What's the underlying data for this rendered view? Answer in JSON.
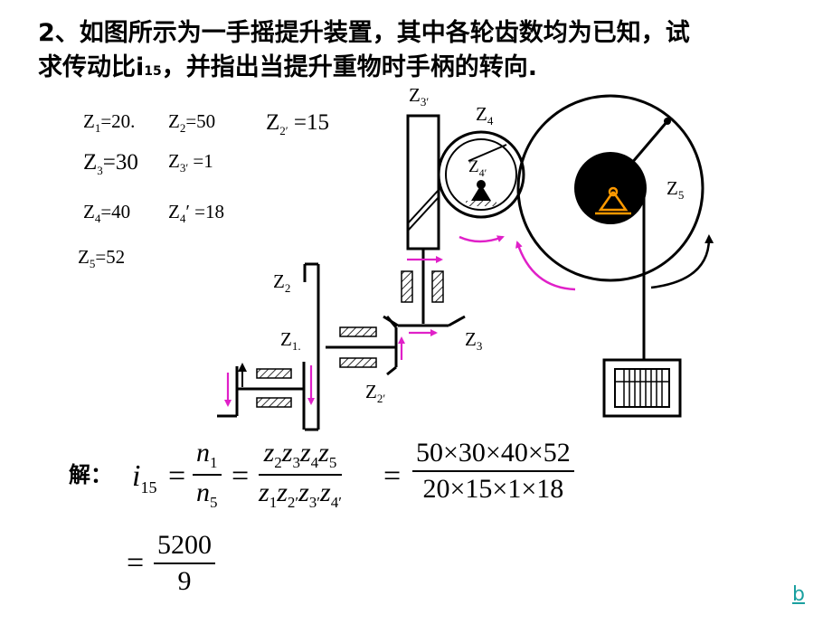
{
  "title": {
    "number": "2",
    "line1": "、如图所示为一手摇提升装置，其中各轮齿数均为已知，试",
    "line2_pre": "求传动比",
    "ratio_symbol": "i",
    "ratio_sub": "15",
    "line2_post": "，并指出当提升重物时手柄的转向."
  },
  "params": [
    {
      "label": "Z",
      "sub": "1",
      "value": "=20."
    },
    {
      "label": "Z",
      "sub": "2",
      "value": "=50"
    },
    {
      "label": "Z",
      "sub": "2′",
      "value": " =15"
    },
    {
      "label": "Z",
      "sub": "3",
      "value": "=30"
    },
    {
      "label": "Z",
      "sub": "3′",
      "value": " =1"
    },
    {
      "label": "Z",
      "sub": "4",
      "value": "=40"
    },
    {
      "label": "Z",
      "sub": "4",
      "value": "′ =18"
    },
    {
      "label": "Z",
      "sub": "5",
      "value": "=52"
    }
  ],
  "diagram": {
    "labels": {
      "z3p": "Z",
      "z3p_sub": "3′",
      "z4": "Z",
      "z4_sub": "4",
      "z4p": "Z",
      "z4p_sub": "4′",
      "z5": "Z",
      "z5_sub": "5",
      "z2": "Z",
      "z2_sub": "2",
      "z1": "Z",
      "z1_sub": "1.",
      "z3": "Z",
      "z3_sub": "3",
      "z2p": "Z",
      "z2p_sub": "2′"
    },
    "colors": {
      "arrow": "#e020c8",
      "frame": "#ff9900",
      "hub": "#000000"
    }
  },
  "solution": {
    "label": "解：",
    "lhs": "i",
    "lhs_sub": "15",
    "eq": "=",
    "f1_num": "n",
    "f1_num_sub": "1",
    "f1_den": "n",
    "f1_den_sub": "5",
    "f2_num": [
      "z",
      "2",
      "z",
      "3",
      "z",
      "4",
      "z",
      "5"
    ],
    "f2_den": [
      "z",
      "1",
      "z",
      "2′",
      "z",
      "3′",
      "z",
      "4′"
    ],
    "f3_num": "50×30×40×52",
    "f3_den": "20×15×1×18",
    "result_num": "5200",
    "result_den": "9"
  },
  "link": "b"
}
